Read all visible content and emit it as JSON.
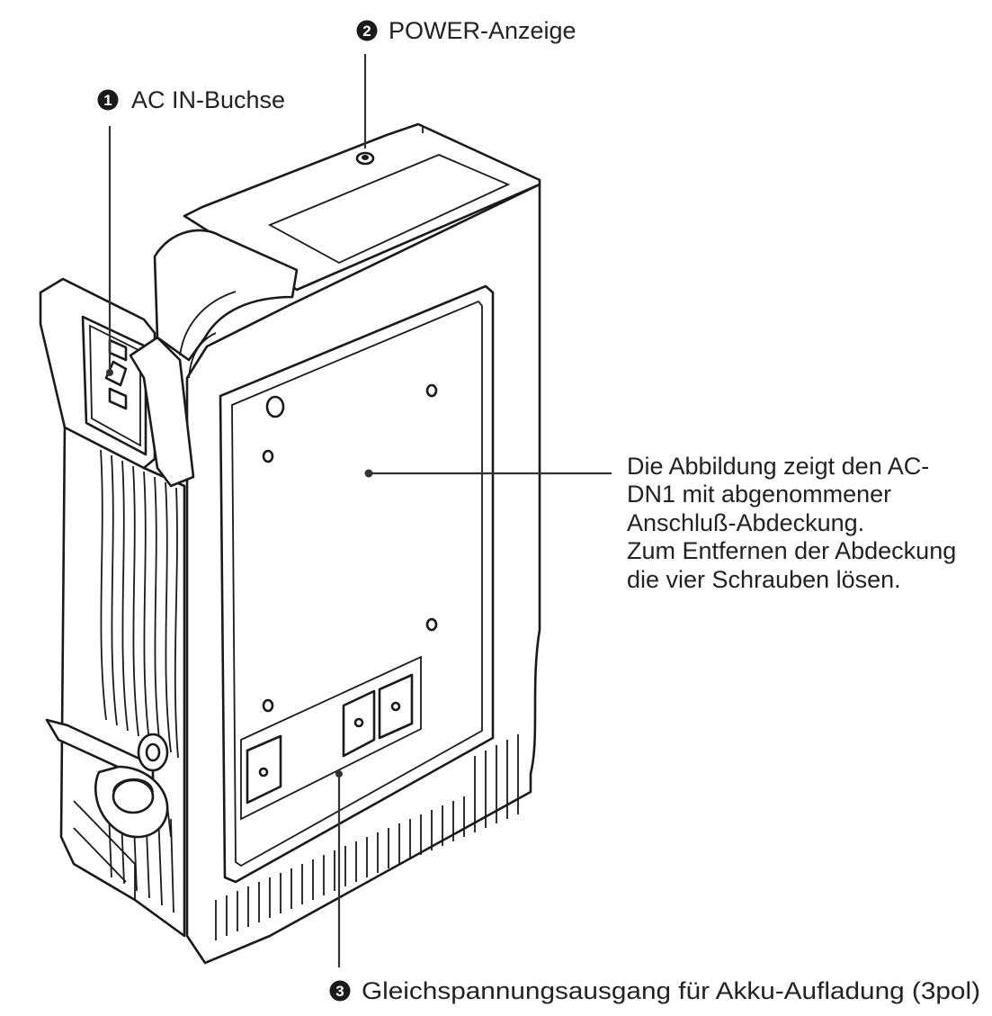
{
  "callouts": {
    "ac_in": {
      "number": "1",
      "label": "AC IN-Buchse"
    },
    "power": {
      "number": "2",
      "label": "POWER-Anzeige"
    },
    "dc_out": {
      "number": "3",
      "label": "Gleichspannungsausgang für Akku-Aufladung (3pol)"
    }
  },
  "note": {
    "lines": [
      "Die Abbildung zeigt den AC-",
      "DN1 mit abgenommener",
      "Anschluß-Abdeckung.",
      "Zum Entfernen der Abdeckung",
      "die vier Schrauben lösen."
    ]
  }
}
